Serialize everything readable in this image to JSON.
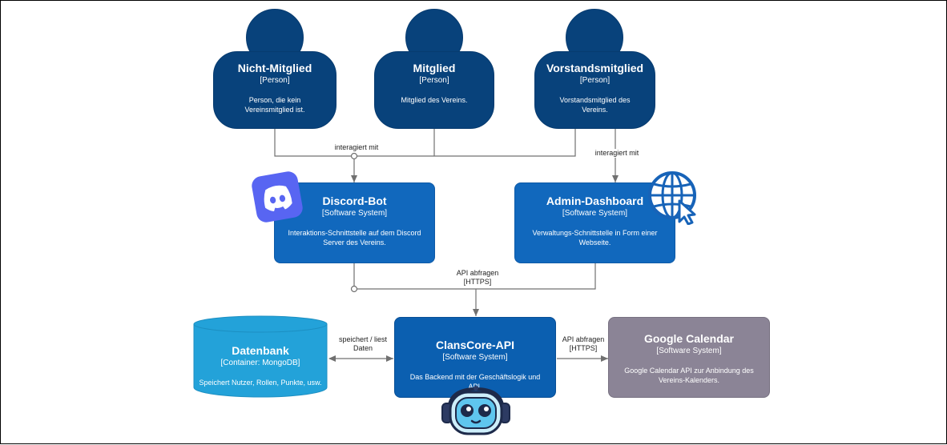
{
  "colors": {
    "person": "#08427b",
    "system": "#1168bd",
    "core": "#0b5fb0",
    "database": "#23a2d9",
    "external": "#8b8496",
    "edge": "#707070",
    "discord": "#5865f2",
    "globe": "#1763b8"
  },
  "persons": {
    "non_member": {
      "title": "Nicht-Mitglied",
      "type": "[Person]",
      "description": "Person, die kein Vereinsmitglied ist."
    },
    "member": {
      "title": "Mitglied",
      "type": "[Person]",
      "description": "Mitglied des Vereins."
    },
    "board_member": {
      "title": "Vorstandsmitglied",
      "type": "[Person]",
      "description": "Vorstandsmitglied des Vereins."
    }
  },
  "systems": {
    "discord_bot": {
      "title": "Discord-Bot",
      "type": "[Software System]",
      "description": "Interaktions-Schnittstelle auf dem Discord Server des Vereins.",
      "icon": "discord-logo-icon"
    },
    "admin_dashboard": {
      "title": "Admin-Dashboard",
      "type": "[Software System]",
      "description": "Verwaltungs-Schnittstelle in Form einer Webseite.",
      "icon": "globe-cursor-icon"
    },
    "clanscore_api": {
      "title": "ClansCore-API",
      "type": "[Software System]",
      "description": "Das Backend mit der Geschäftslogik und API.",
      "icon": "robot-mascot-icon"
    },
    "database": {
      "title": "Datenbank",
      "type": "[Container: MongoDB]",
      "description": "Speichert Nutzer, Rollen, Punkte, usw."
    },
    "google_calendar": {
      "title": "Google Calendar",
      "type": "[Software System]",
      "description": "Google Calendar API zur Anbindung des Vereins-Kalenders."
    }
  },
  "edges": {
    "persons_to_bot": "interagiert mit",
    "board_to_dashboard": "interagiert mit",
    "frontends_to_api_line1": "API abfragen",
    "frontends_to_api_line2": "[HTTPS]",
    "api_to_db_line1": "speichert / liest",
    "api_to_db_line2": "Daten",
    "api_to_calendar_line1": "API abfragen",
    "api_to_calendar_line2": "[HTTPS]"
  }
}
